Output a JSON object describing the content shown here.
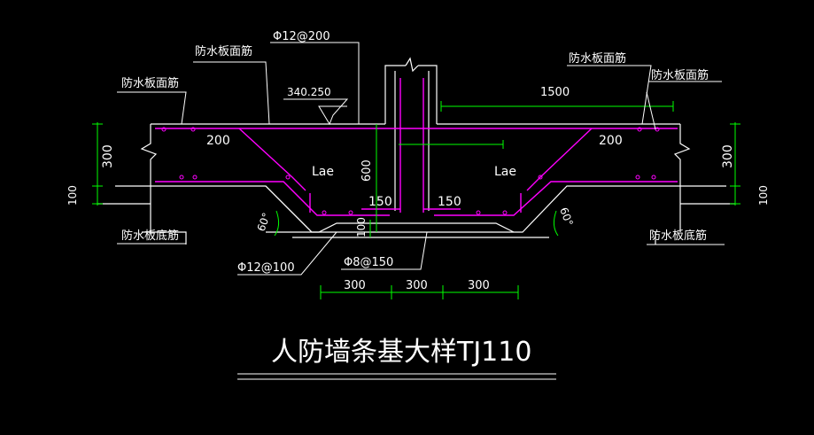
{
  "title": "人防墙条基大样TJ110",
  "labels": {
    "top_bar_left": "防水板面筋",
    "top_bar_right": "防水板面筋",
    "top_bar_far_left": "防水板面筋",
    "top_bar_far_right": "防水板面筋",
    "bottom_bar_left": "防水板底筋",
    "bottom_bar_right": "防水板底筋",
    "rebar_top": "Φ12@200",
    "rebar_bottom": "Φ12@100",
    "stirrup": "Φ8@150",
    "elevation": "340.250",
    "lae_left": "Lae",
    "lae_right": "Lae",
    "dim_200_left": "200",
    "dim_200_right": "200",
    "dim_1500": "1500",
    "dim_600": "600",
    "dim_150_left": "150",
    "dim_150_right": "150",
    "dim_100_center": "100",
    "dim_300_left": "300",
    "dim_300_right": "300",
    "dim_100_left": "100",
    "dim_100_right": "100",
    "angle_left": "60°",
    "angle_right": "60°",
    "dim_bottom_1": "300",
    "dim_bottom_2": "300",
    "dim_bottom_3": "300"
  },
  "colors": {
    "concrete": "#ffffff",
    "rebar": "#ff00ff",
    "dimension": "#00ff00",
    "leader": "#ffffff"
  }
}
